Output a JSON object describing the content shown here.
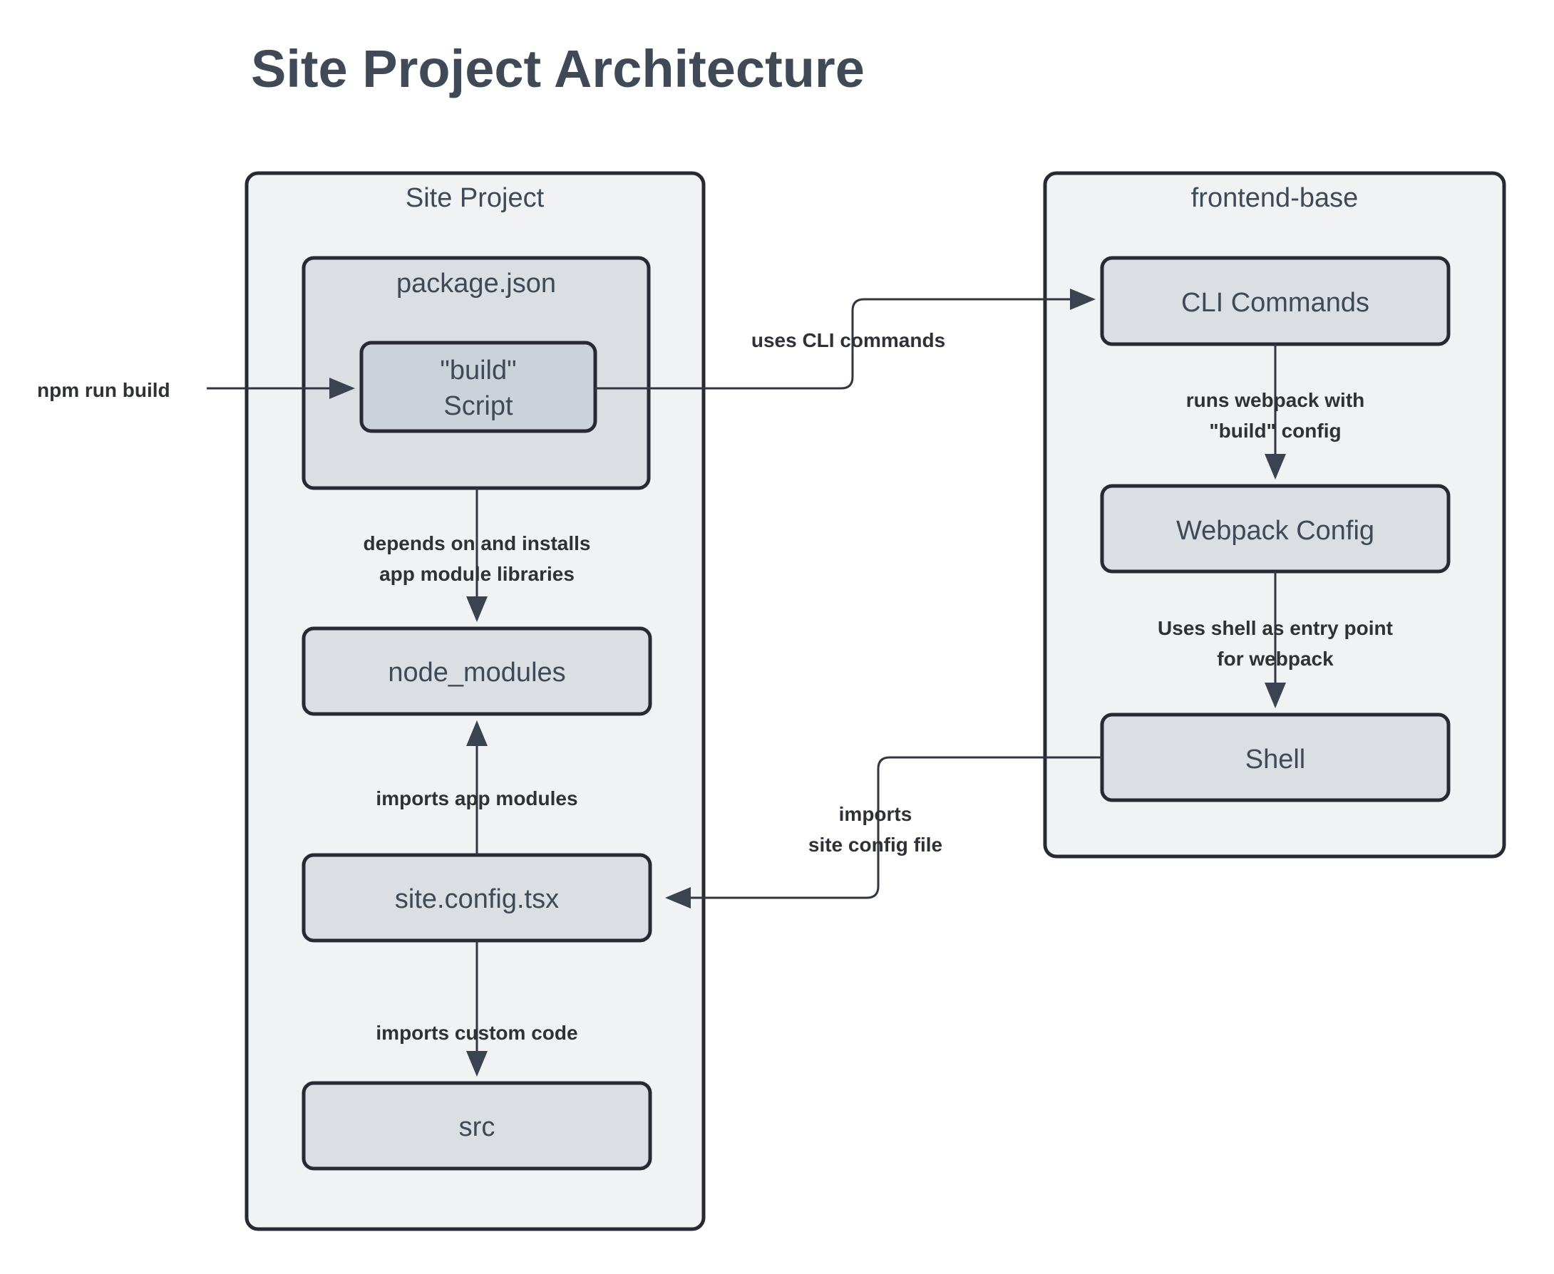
{
  "title": "Site Project Architecture",
  "clusters": [
    {
      "id": "site-project",
      "label": "Site Project"
    },
    {
      "id": "frontend-base",
      "label": "frontend-base"
    }
  ],
  "nodes": {
    "package_json": "package.json",
    "build_script_line1": "\"build\"",
    "build_script_line2": "Script",
    "node_modules": "node_modules",
    "site_config": "site.config.tsx",
    "src": "src",
    "cli_commands": "CLI Commands",
    "webpack_config": "Webpack Config",
    "shell": "Shell"
  },
  "edge_labels": {
    "npm_run_build": "npm run build",
    "uses_cli_commands": "uses CLI commands",
    "depends_line1": "depends on and installs",
    "depends_line2": "app module libraries",
    "imports_app_modules": "imports app modules",
    "imports_custom_code": "imports custom code",
    "runs_webpack_line1": "runs webpack with",
    "runs_webpack_line2": "\"build\" config",
    "uses_shell_line1": "Uses shell as entry point",
    "uses_shell_line2": "for webpack",
    "imports_config_line1": "imports",
    "imports_config_line2": "site config file"
  },
  "colors": {
    "background": "#ffffff",
    "cluster_fill": "#f0f2f4",
    "node_fill": "#dbdee3",
    "inner_node_fill": "#ccd2d9",
    "border": "#272a33",
    "title_text": "#3f4a56",
    "node_text": "#3f4a56",
    "edge_label_text": "#2f3136",
    "edge_stroke": "#333640"
  }
}
